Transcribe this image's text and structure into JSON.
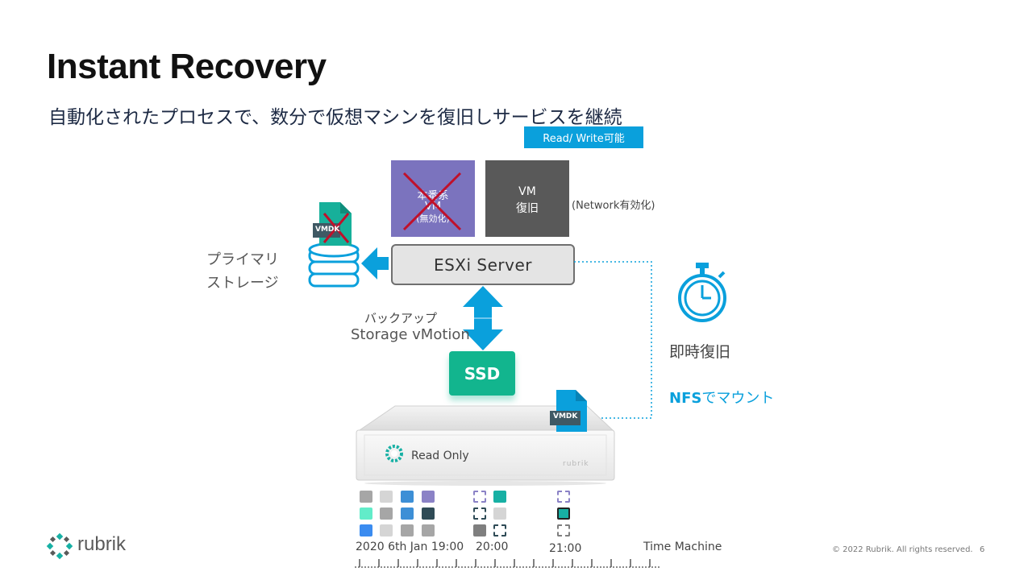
{
  "header": {
    "title": "Instant Recovery",
    "subtitle": "自動化されたプロセスで、数分で仮想マシンを復旧しサービスを継続"
  },
  "badge": {
    "read_write": "Read/ Write可能"
  },
  "vm_production": {
    "line1": "本番系",
    "line2": "VM",
    "line3": "(無効化)",
    "icon": "red-x-mark"
  },
  "vm_recovered": {
    "line1": "VM",
    "line2": "復旧",
    "note": "(Network有効化)"
  },
  "esxi": {
    "label": "ESXi Server"
  },
  "primary_storage": {
    "line1": "プライマリ",
    "line2": "ストレージ",
    "file_label": "VMDK"
  },
  "backup": {
    "label": "バックアップ",
    "vmotion": "Storage vMotion"
  },
  "ssd": {
    "label": "SSD"
  },
  "appliance": {
    "status": "Read Only",
    "brand": "rubrik",
    "file_label": "VMDK"
  },
  "recovery": {
    "instant": "即時復旧",
    "nfs_bold": "NFS",
    "nfs_rest": "でマウント",
    "icon": "stopwatch-icon"
  },
  "timeline": {
    "date": "2020 6th Jan 19:00",
    "t2": "20:00",
    "t3": "21:00",
    "label": "Time Machine"
  },
  "snapshot_colors": {
    "gray": "#a6a6a6",
    "light_gray": "#d5d5d5",
    "blue": "#3d8fd6",
    "purple": "#8b82c6",
    "mint": "#62ecc9",
    "dark_slate": "#2f4b56",
    "bright_blue": "#3b8cf0",
    "teal": "#17b0a4",
    "dark_gray": "#7f7f7f"
  },
  "colors": {
    "accent": "#0aa0dc",
    "ssd": "#12b58e",
    "prod_vm": "#7b73be",
    "recovered_vm": "#595959"
  },
  "footer": {
    "brand": "rubrik",
    "copyright": "© 2022 Rubrik. All rights reserved.",
    "page": "6"
  }
}
